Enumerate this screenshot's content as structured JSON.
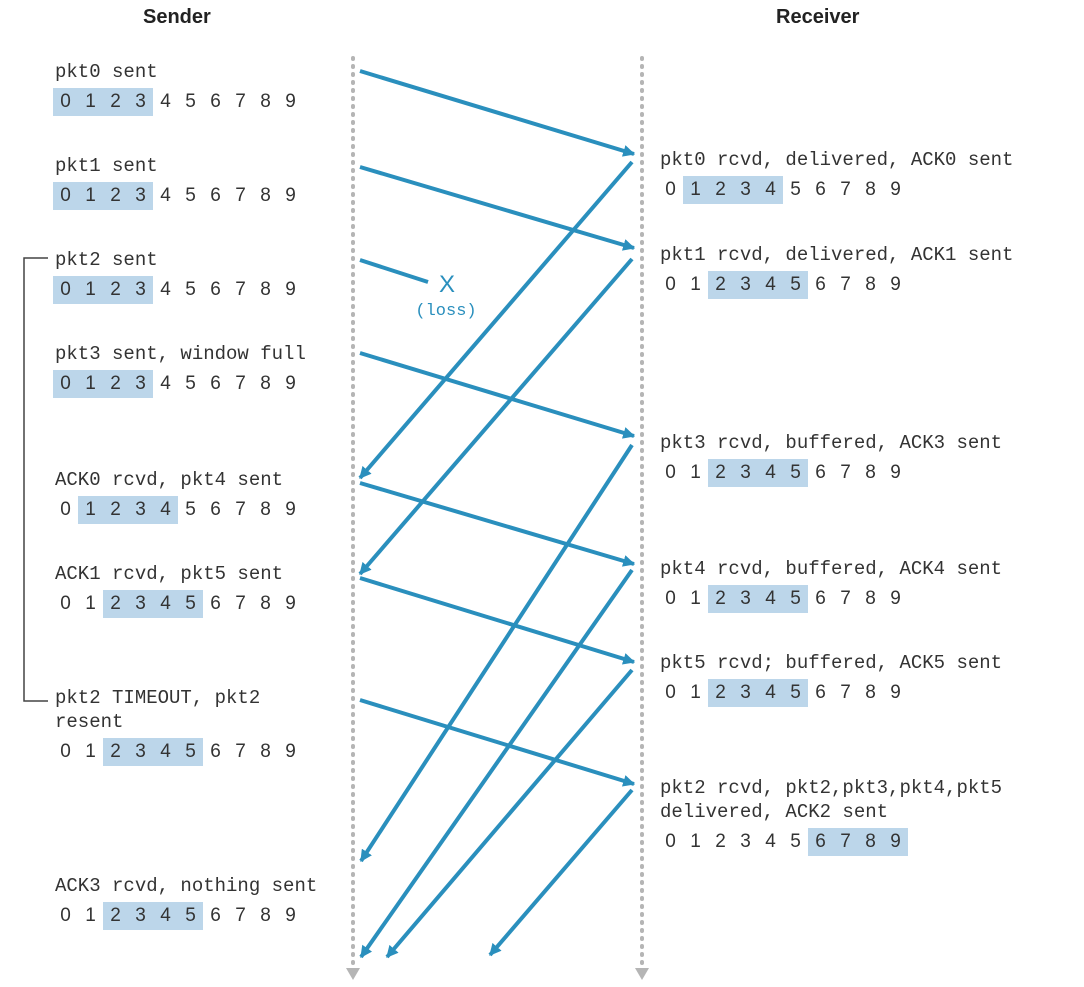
{
  "headers": {
    "sender": "Sender",
    "receiver": "Receiver"
  },
  "sequence_numbers": [
    "0",
    "1",
    "2",
    "3",
    "4",
    "5",
    "6",
    "7",
    "8",
    "9"
  ],
  "sender_events": [
    {
      "lines": [
        "pkt0 sent"
      ],
      "window": [
        0,
        3
      ]
    },
    {
      "lines": [
        "pkt1 sent"
      ],
      "window": [
        0,
        3
      ]
    },
    {
      "lines": [
        "pkt2 sent"
      ],
      "window": [
        0,
        3
      ]
    },
    {
      "lines": [
        "pkt3 sent, window full"
      ],
      "window": [
        0,
        3
      ]
    },
    {
      "lines": [
        "ACK0 rcvd, pkt4 sent"
      ],
      "window": [
        1,
        4
      ]
    },
    {
      "lines": [
        "ACK1 rcvd, pkt5 sent"
      ],
      "window": [
        2,
        5
      ]
    },
    {
      "lines": [
        "pkt2 TIMEOUT, pkt2",
        "resent"
      ],
      "window": [
        2,
        5
      ]
    },
    {
      "lines": [
        "ACK3 rcvd, nothing sent"
      ],
      "window": [
        2,
        5
      ]
    }
  ],
  "receiver_events": [
    {
      "lines": [
        "pkt0 rcvd, delivered, ACK0 sent"
      ],
      "window": [
        1,
        4
      ]
    },
    {
      "lines": [
        "pkt1 rcvd, delivered, ACK1 sent"
      ],
      "window": [
        2,
        5
      ]
    },
    {
      "lines": [
        "pkt3 rcvd, buffered, ACK3 sent"
      ],
      "window": [
        2,
        5
      ]
    },
    {
      "lines": [
        "pkt4 rcvd, buffered, ACK4 sent"
      ],
      "window": [
        2,
        5
      ]
    },
    {
      "lines": [
        "pkt5 rcvd; buffered, ACK5 sent"
      ],
      "window": [
        2,
        5
      ]
    },
    {
      "lines": [
        "pkt2 rcvd, pkt2,pkt3,pkt4,pkt5",
        "delivered, ACK2 sent"
      ],
      "window": [
        6,
        9
      ]
    }
  ],
  "loss": {
    "mark": "X",
    "label": "(loss)"
  },
  "colors": {
    "arrow": "#2a8fbd",
    "highlight": "#bcd6ea",
    "timeline": "#b5b5b5",
    "text": "#333333"
  }
}
